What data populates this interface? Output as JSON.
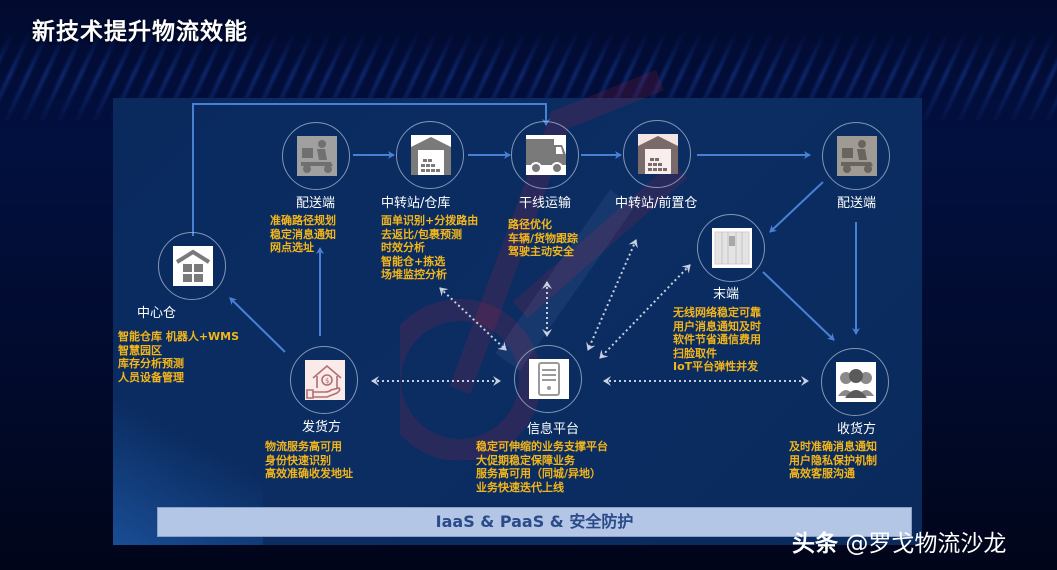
{
  "title": "新技术提升物流效能",
  "colors": {
    "background": "#020a2e",
    "panel": "#0b2d62",
    "arrow": "#4a7fd6",
    "dotted_arrow": "#c8d0e0",
    "node_border": "#aab9d2",
    "label": "#ffffff",
    "description": "#f2b51a",
    "infra_bar": "#b4c6e6",
    "infra_text": "#2a4a8a"
  },
  "nodes": [
    {
      "id": "central-warehouse",
      "label": "中心仓",
      "icon": "warehouse-icon",
      "details": [
        "智能仓库 机器人+WMS",
        "智慧园区",
        "库存分析预测",
        "人员设备管理"
      ]
    },
    {
      "id": "delivery-1",
      "label": "配送端",
      "icon": "delivery-scooter-icon",
      "details": [
        "准确路径规划",
        "稳定消息通知",
        "网点选址"
      ]
    },
    {
      "id": "transit-warehouse",
      "label": "中转站/仓库",
      "icon": "warehouse-icon",
      "details": [
        "面单识别+分拨路由",
        "去返比/包裹预测",
        "时效分析",
        "智能仓+拣选",
        "场堆监控分析"
      ]
    },
    {
      "id": "trunk-transport",
      "label": "干线运输",
      "icon": "truck-icon",
      "details": [
        "路径优化",
        "车辆/货物跟踪",
        "驾驶主动安全"
      ]
    },
    {
      "id": "transit-front",
      "label": "中转站/前置仓",
      "icon": "warehouse-icon",
      "details": []
    },
    {
      "id": "delivery-2",
      "label": "配送端",
      "icon": "delivery-scooter-icon",
      "details": []
    },
    {
      "id": "terminal",
      "label": "末端",
      "icon": "parcel-locker-icon",
      "details": [
        "无线网络稳定可靠",
        "用户消息通知及时",
        "软件节省通信费用",
        "扫脸取件",
        "IoT平台弹性并发"
      ]
    },
    {
      "id": "shipper",
      "label": "发货方",
      "icon": "house-money-hand-icon",
      "details": [
        "物流服务高可用",
        "身份快速识别",
        "高效准确收发地址"
      ]
    },
    {
      "id": "info-platform",
      "label": "信息平台",
      "icon": "server-icon",
      "details": [
        "稳定可伸缩的业务支撑平台",
        "大促期稳定保障业务",
        "服务高可用（同城/异地）",
        "业务快速迭代上线"
      ]
    },
    {
      "id": "receiver",
      "label": "收货方",
      "icon": "people-group-icon",
      "details": [
        "及时准确消息通知",
        "用户隐私保护机制",
        "高效客服沟通"
      ]
    }
  ],
  "infrastructure_bar": "IaaS & PaaS & 安全防护",
  "credit": {
    "source": "头条",
    "handle": "@罗戈物流沙龙"
  }
}
